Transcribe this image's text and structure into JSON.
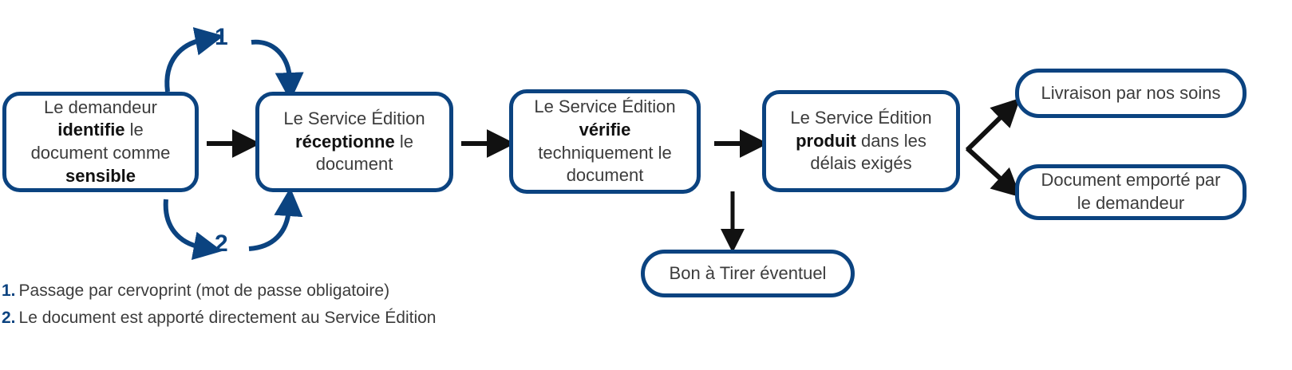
{
  "colors": {
    "box_border": "#0b4380",
    "arrow_black": "#111111",
    "arrow_blue": "#0b4380",
    "text": "#3c3c3c",
    "emphasis_text": "#111111",
    "background": "#ffffff"
  },
  "nodes": [
    {
      "id": "demandeur-identifie",
      "lines": [
        {
          "parts": [
            {
              "t": "Le demandeur",
              "bold": false
            }
          ]
        },
        {
          "parts": [
            {
              "t": "identifie",
              "bold": true
            },
            {
              "t": " le",
              "bold": false
            }
          ]
        },
        {
          "parts": [
            {
              "t": "document comme",
              "bold": false
            }
          ]
        },
        {
          "parts": [
            {
              "t": "sensible",
              "bold": true
            }
          ]
        }
      ]
    },
    {
      "id": "service-edition-receptionne",
      "lines": [
        {
          "parts": [
            {
              "t": "Le Service Édition",
              "bold": false
            }
          ]
        },
        {
          "parts": [
            {
              "t": "réceptionne",
              "bold": true
            },
            {
              "t": " le",
              "bold": false
            }
          ]
        },
        {
          "parts": [
            {
              "t": "document",
              "bold": false
            }
          ]
        }
      ]
    },
    {
      "id": "service-edition-verifie",
      "lines": [
        {
          "parts": [
            {
              "t": "Le Service Édition",
              "bold": false
            }
          ]
        },
        {
          "parts": [
            {
              "t": "vérifie",
              "bold": true
            }
          ]
        },
        {
          "parts": [
            {
              "t": "techniquement le",
              "bold": false
            }
          ]
        },
        {
          "parts": [
            {
              "t": "document",
              "bold": false
            }
          ]
        }
      ]
    },
    {
      "id": "service-edition-produit",
      "lines": [
        {
          "parts": [
            {
              "t": "Le Service Édition",
              "bold": false
            }
          ]
        },
        {
          "parts": [
            {
              "t": "produit",
              "bold": true
            },
            {
              "t": " dans les",
              "bold": false
            }
          ]
        },
        {
          "parts": [
            {
              "t": "délais exigés",
              "bold": false
            }
          ]
        }
      ]
    },
    {
      "id": "livraison-par-nos-soins",
      "lines": [
        {
          "parts": [
            {
              "t": "Livraison par nos soins",
              "bold": false
            }
          ]
        }
      ]
    },
    {
      "id": "document-emporte",
      "lines": [
        {
          "parts": [
            {
              "t": "Document emporté par",
              "bold": false
            }
          ]
        },
        {
          "parts": [
            {
              "t": "le demandeur",
              "bold": false
            }
          ]
        }
      ]
    },
    {
      "id": "bon-a-tirer",
      "lines": [
        {
          "parts": [
            {
              "t": "Bon à Tirer éventuel",
              "bold": false
            }
          ]
        }
      ]
    }
  ],
  "path_labels": {
    "one": "1",
    "two": "2"
  },
  "footnotes": [
    {
      "num": "1.",
      "text": "Passage par cervoprint (mot de passe obligatoire)"
    },
    {
      "num": "2.",
      "text": "Le document est apporté directement au Service Édition"
    }
  ]
}
